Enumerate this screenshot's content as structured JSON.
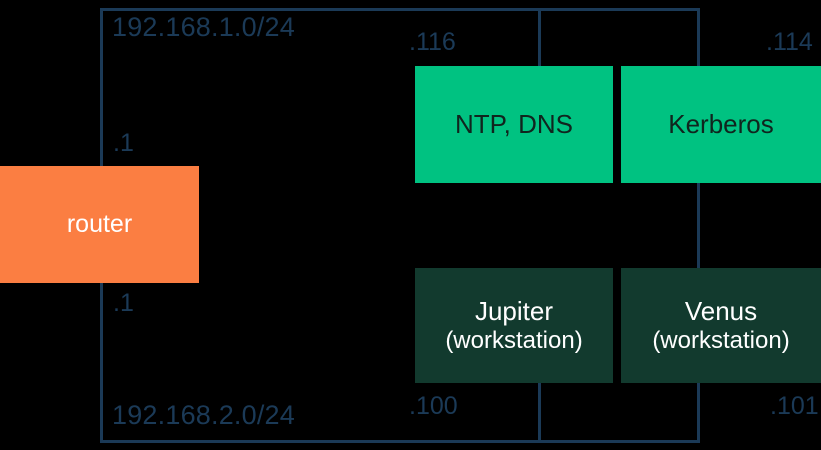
{
  "diagram": {
    "type": "network-topology",
    "background_color": "#000000",
    "line_color": "#1B3A57",
    "subnets": [
      {
        "id": "subnet-upper",
        "label": "192.168.1.0/24",
        "gateway_label": ".1"
      },
      {
        "id": "subnet-lower",
        "label": "192.168.2.0/24",
        "gateway_label": ".1"
      }
    ],
    "nodes": [
      {
        "id": "router",
        "label": "router",
        "sublabel": "",
        "color": "#FB7E42",
        "text_color": "#FFFFFF",
        "address_label": "",
        "role": "router"
      },
      {
        "id": "ntp-dns",
        "label": "NTP, DNS",
        "sublabel": "",
        "color": "#00C281",
        "text_color": "#10251E",
        "address_label": ".116",
        "role": "service"
      },
      {
        "id": "kerberos",
        "label": "Kerberos",
        "sublabel": "",
        "color": "#00C281",
        "text_color": "#10251E",
        "address_label": ".114",
        "role": "service"
      },
      {
        "id": "jupiter",
        "label": "Jupiter",
        "sublabel": "(workstation)",
        "color": "#123A2E",
        "text_color": "#FFFFFF",
        "address_label": ".100",
        "role": "workstation"
      },
      {
        "id": "venus",
        "label": "Venus",
        "sublabel": "(workstation)",
        "color": "#123A2E",
        "text_color": "#FFFFFF",
        "address_label": ".101",
        "role": "workstation"
      }
    ]
  }
}
